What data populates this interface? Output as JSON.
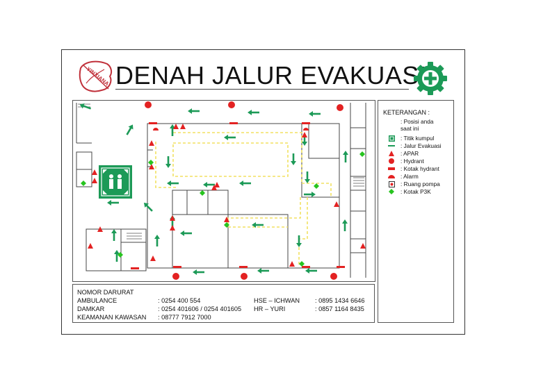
{
  "title": "DENAH JALUR EVAKUASI",
  "logo_text": "YINXIANA",
  "colors": {
    "red": "#e32222",
    "green": "#1c9a57",
    "path": "#f2e160",
    "k3_green": "#1c9a57"
  },
  "icons": [
    "logo-stamp-icon",
    "k3-safety-icon",
    "assembly-point-icon"
  ],
  "legend": {
    "title": "KETERANGAN :",
    "items": [
      {
        "icon": "you-are-here-icon",
        "label": ": Posisi anda saat ini",
        "line1": ": Posisi anda",
        "line2": "saat ini"
      },
      {
        "icon": "assembly-point-icon",
        "label": ": Titik kumpul"
      },
      {
        "icon": "evacuation-path-icon",
        "label": ": Jalur Evakuasi"
      },
      {
        "icon": "apar-icon",
        "label": ": APAR"
      },
      {
        "icon": "hydrant-icon",
        "label": ": Hydrant"
      },
      {
        "icon": "hydrant-box-icon",
        "label": ": Kotak hydrant"
      },
      {
        "icon": "alarm-icon",
        "label": ": Alarm"
      },
      {
        "icon": "pump-room-icon",
        "label": ": Ruang pompa"
      },
      {
        "icon": "first-aid-box-icon",
        "label": ": Kotak P3K"
      }
    ]
  },
  "contacts": {
    "title": "NOMOR DARURAT",
    "rows": [
      {
        "label": "AMBULANCE",
        "value": ": 0254 400 554"
      },
      {
        "label": "DAMKAR",
        "value": ": 0254 401606 / 0254 401605"
      },
      {
        "label": "KEAMANAN KAWASAN",
        "value": ": 08777 7912 7000"
      }
    ],
    "staff": [
      {
        "label": "HSE – ICHWAN",
        "value": ": 0895 1434 6646"
      },
      {
        "label": "HR – YURI",
        "value": ": 0857 1164 8435"
      }
    ]
  }
}
